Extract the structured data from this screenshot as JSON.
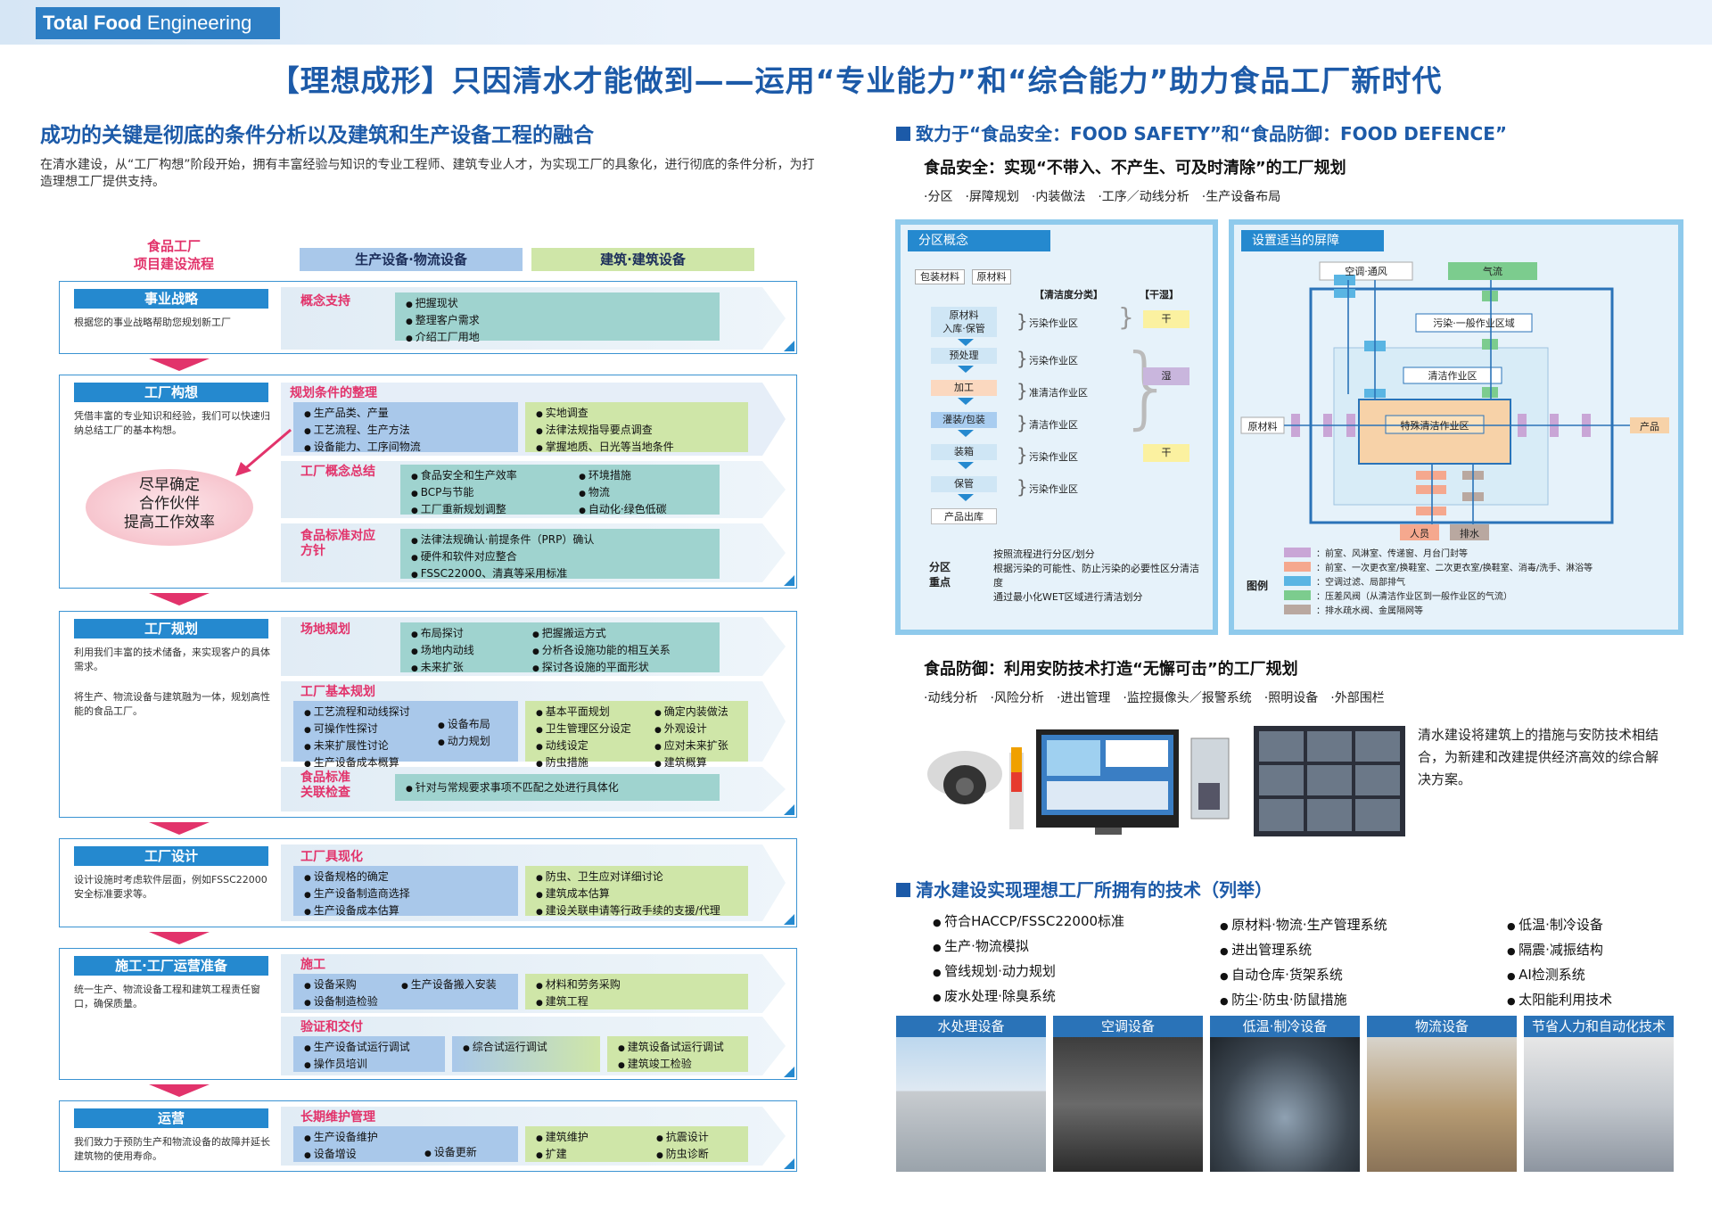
{
  "header": {
    "brand_bold": "Total Food",
    "brand_light": " Engineering"
  },
  "title": "【理想成形】只因清水才能做到——运用“专业能力”和“综合能力”助力食品工厂新时代",
  "left": {
    "subtitle": "成功的关键是彻底的条件分析以及建筑和生产设备工程的融合",
    "intro": "在清水建设，从“工厂构想”阶段开始，拥有丰富经验与知识的专业工程师、建筑专业人才，为实现工厂的具象化，进行彻底的条件分析，为打造理想工厂提供支持。",
    "flow_label_line1": "食品工厂",
    "flow_label_line2": "项目建设流程",
    "col_production": "生产设备·物流设备",
    "col_building": "建筑·建筑设备",
    "bubble_line1": "尽早确定",
    "bubble_line2": "合作伙伴",
    "bubble_line3": "提高工作效率",
    "stages": [
      {
        "title": "事业战略",
        "desc": "根据您的事业战略帮助您规划新工厂",
        "rows": [
          {
            "label": "概念支持",
            "items": [
              "把握现状",
              "整理客户需求",
              "介绍工厂用地"
            ]
          }
        ]
      },
      {
        "title": "工厂构想",
        "desc": "凭借丰富的专业知识和经验，我们可以快速归纳总结工厂的基本构想。",
        "rows": [
          {
            "label": "规划条件的整理",
            "prod": [
              "生产品类、产量",
              "工艺流程、生产方法",
              "设备能力、工序间物流"
            ],
            "build": [
              "实地调查",
              "法律法规指导要点调查",
              "掌握地质、日光等当地条件"
            ]
          },
          {
            "label": "工厂概念总结",
            "c1": [
              "食品安全和生产效率",
              "BCP与节能",
              "工厂重新规划调整"
            ],
            "c2": [
              "环境措施",
              "物流",
              "自动化·绿色低碳"
            ]
          },
          {
            "label1": "食品标准对应",
            "label2": "方针",
            "items": [
              "法律法规确认·前提条件（PRP）确认",
              "硬件和软件对应整合",
              "FSSC22000、清真等采用标准"
            ]
          }
        ]
      },
      {
        "title": "工厂规划",
        "desc1": "利用我们丰富的技术储备，来实现客户的具体需求。",
        "desc2": "将生产、物流设备与建筑融为一体，规划高性能的食品工厂。",
        "rows": [
          {
            "label": "场地规划",
            "c1": [
              "布局探讨",
              "场地内动线",
              "未来扩张"
            ],
            "c2": [
              "把握搬运方式",
              "分析各设施功能的相互关系",
              "探讨各设施的平面形状"
            ]
          },
          {
            "label": "工厂基本规划",
            "p1": [
              "工艺流程和动线探讨",
              "可操作性探讨",
              "未来扩展性讨论",
              "生产设备成本概算"
            ],
            "p2": [
              "设备布局",
              "动力规划"
            ],
            "b1": [
              "基本平面规划",
              "卫生管理区分设定",
              "动线设定",
              "防虫措施"
            ],
            "b2": [
              "确定内装做法",
              "外观设计",
              "应对未来扩张",
              "建筑概算"
            ]
          },
          {
            "label1": "食品标准",
            "label2": "关联检查",
            "items": [
              "针对与常规要求事项不匹配之处进行具体化"
            ]
          }
        ]
      },
      {
        "title": "工厂设计",
        "desc": "设计设施时考虑软件层面，例如FSSC22000安全标准要求等。",
        "rows": [
          {
            "label": "工厂具现化",
            "prod": [
              "设备规格的确定",
              "生产设备制造商选择",
              "生产设备成本估算"
            ],
            "build": [
              "防虫、卫生应对详细讨论",
              "建筑成本估算",
              "建设关联申请等行政手续的支援/代理"
            ]
          }
        ]
      },
      {
        "title": "施工·工厂运营准备",
        "desc": "统一生产、物流设备工程和建筑工程责任窗口，确保质量。",
        "rows": [
          {
            "label": "施工",
            "p1": [
              "设备采购",
              "设备制造检验"
            ],
            "p2": [
              "生产设备搬入安装"
            ],
            "build": [
              "材料和劳务采购",
              "建筑工程"
            ]
          },
          {
            "label": "验证和交付",
            "p1": [
              "生产设备试运行调试",
              "操作员培训"
            ],
            "mid": [
              "综合试运行调试"
            ],
            "build": [
              "建筑设备试运行调试",
              "建筑竣工检验"
            ]
          }
        ]
      },
      {
        "title": "运营",
        "desc": "我们致力于预防生产和物流设备的故障并延长建筑物的使用寿命。",
        "rows": [
          {
            "label": "长期维护管理",
            "p1": [
              "生产设备维护",
              "设备增设"
            ],
            "p2": [
              "设备更新"
            ],
            "b1": [
              "建筑维护",
              "扩建"
            ],
            "b2": [
              "抗震设计",
              "防虫诊断"
            ]
          }
        ]
      }
    ]
  },
  "right": {
    "sec1_title": "致力于“食品安全：FOOD SAFETY”和“食品防御：FOOD DEFENCE”",
    "safety_title": "食品安全：实现“不带入、不产生、可及时清除”的工厂规划",
    "safety_tags": "·分区　·屏障规划　·内装做法　·工序／动线分析　·生产设备布局",
    "zone_panel": {
      "title": "分区概念",
      "pkg": "包装材料",
      "raw": "原材料",
      "hdr_clean": "【清洁度分类】",
      "hdr_dry": "【干湿】",
      "steps": [
        "原材料\n入库·保管",
        "预处理",
        "加工",
        "灌装/包装",
        "装箱",
        "保管",
        "产品出库"
      ],
      "zones": [
        "污染作业区",
        "污染作业区",
        "准清洁作业区",
        "清洁作业区",
        "污染作业区",
        "污染作业区"
      ],
      "dry": "干",
      "wet": "湿",
      "dry2": "干",
      "key_label1": "分区",
      "key_label2": "重点",
      "keys": [
        "按照流程进行分区/划分",
        "根据污染的可能性、防止污染的必要性区分清洁度",
        "通过最小化WET区域进行清洁划分"
      ]
    },
    "barrier_panel": {
      "title": "设置适当的屏障",
      "aircon": "空调·通风",
      "airflow": "气流",
      "zone_general": "污染·一般作业区域",
      "zone_clean": "清洁作业区",
      "zone_special": "特殊清洁作业区",
      "raw": "原材料",
      "product": "产品",
      "person": "人员",
      "drain": "排水",
      "legend_label": "图例",
      "legend": [
        {
          "color": "#c9a6d6",
          "text": "前室、风淋室、传递窗、月台门封等"
        },
        {
          "color": "#f5a88e",
          "text": "前室、一次更衣室/换鞋室、二次更衣室/换鞋室、消毒/洗手、淋浴等"
        },
        {
          "color": "#5ab5e3",
          "text": "空调过滤、局部排气"
        },
        {
          "color": "#7ccc8e",
          "text": "压差风阀（从清洁作业区到一般作业区的气流）"
        },
        {
          "color": "#b9a8a0",
          "text": "排水疏水阀、金属隔网等"
        }
      ]
    },
    "defence_title": "食品防御：利用安防技术打造“无懈可击”的工厂规划",
    "defence_tags": "·动线分析　·风险分析　·进出管理　·监控摄像头／报警系统　·照明设备　·外部围栏",
    "defence_text": "清水建设将建筑上的措施与安防技术相结合，为新建和改建提供经济高效的综合解决方案。",
    "sec2_title": "清水建设实现理想工厂所拥有的技术（列举）",
    "tech_col1": [
      "符合HACCP/FSSC22000标准",
      "生产·物流模拟",
      "管线规划·动力规划",
      "废水处理·除臭系统"
    ],
    "tech_col2": [
      "原材料·物流·生产管理系统",
      "进出管理系统",
      "自动仓库·货架系统",
      "防尘·防虫·防鼠措施"
    ],
    "tech_col3": [
      "低温·制冷设备",
      "隔震·减振结构",
      "AI检测系统",
      "太阳能利用技术"
    ],
    "photos": [
      "水处理设备",
      "空调设备",
      "低温·制冷设备",
      "物流设备",
      "节省人力和自动化技术"
    ]
  }
}
